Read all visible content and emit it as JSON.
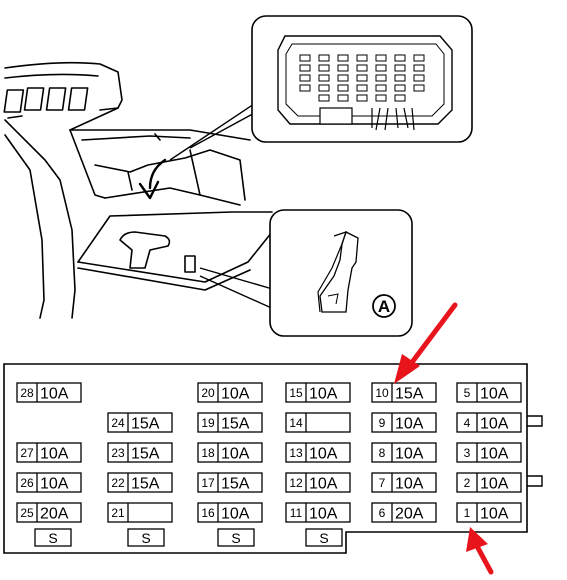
{
  "callout_label": "A",
  "fuses": [
    {
      "num": "28",
      "amp": "10A"
    },
    {
      "num": "20",
      "amp": "10A"
    },
    {
      "num": "15",
      "amp": "10A"
    },
    {
      "num": "10",
      "amp": "15A"
    },
    {
      "num": "5",
      "amp": "10A"
    },
    {
      "num": "24",
      "amp": "15A"
    },
    {
      "num": "19",
      "amp": "15A"
    },
    {
      "num": "14",
      "amp": ""
    },
    {
      "num": "9",
      "amp": "10A"
    },
    {
      "num": "4",
      "amp": "10A"
    },
    {
      "num": "27",
      "amp": "10A"
    },
    {
      "num": "23",
      "amp": "15A"
    },
    {
      "num": "18",
      "amp": "10A"
    },
    {
      "num": "13",
      "amp": "10A"
    },
    {
      "num": "8",
      "amp": "10A"
    },
    {
      "num": "3",
      "amp": "10A"
    },
    {
      "num": "26",
      "amp": "10A"
    },
    {
      "num": "22",
      "amp": "15A"
    },
    {
      "num": "17",
      "amp": "15A"
    },
    {
      "num": "12",
      "amp": "10A"
    },
    {
      "num": "7",
      "amp": "10A"
    },
    {
      "num": "2",
      "amp": "10A"
    },
    {
      "num": "25",
      "amp": "20A"
    },
    {
      "num": "21",
      "amp": ""
    },
    {
      "num": "16",
      "amp": "10A"
    },
    {
      "num": "11",
      "amp": "10A"
    },
    {
      "num": "6",
      "amp": "20A"
    },
    {
      "num": "1",
      "amp": "10A"
    }
  ],
  "spares": [
    "S",
    "S",
    "S",
    "S"
  ],
  "highlight_color": "#e8141b"
}
